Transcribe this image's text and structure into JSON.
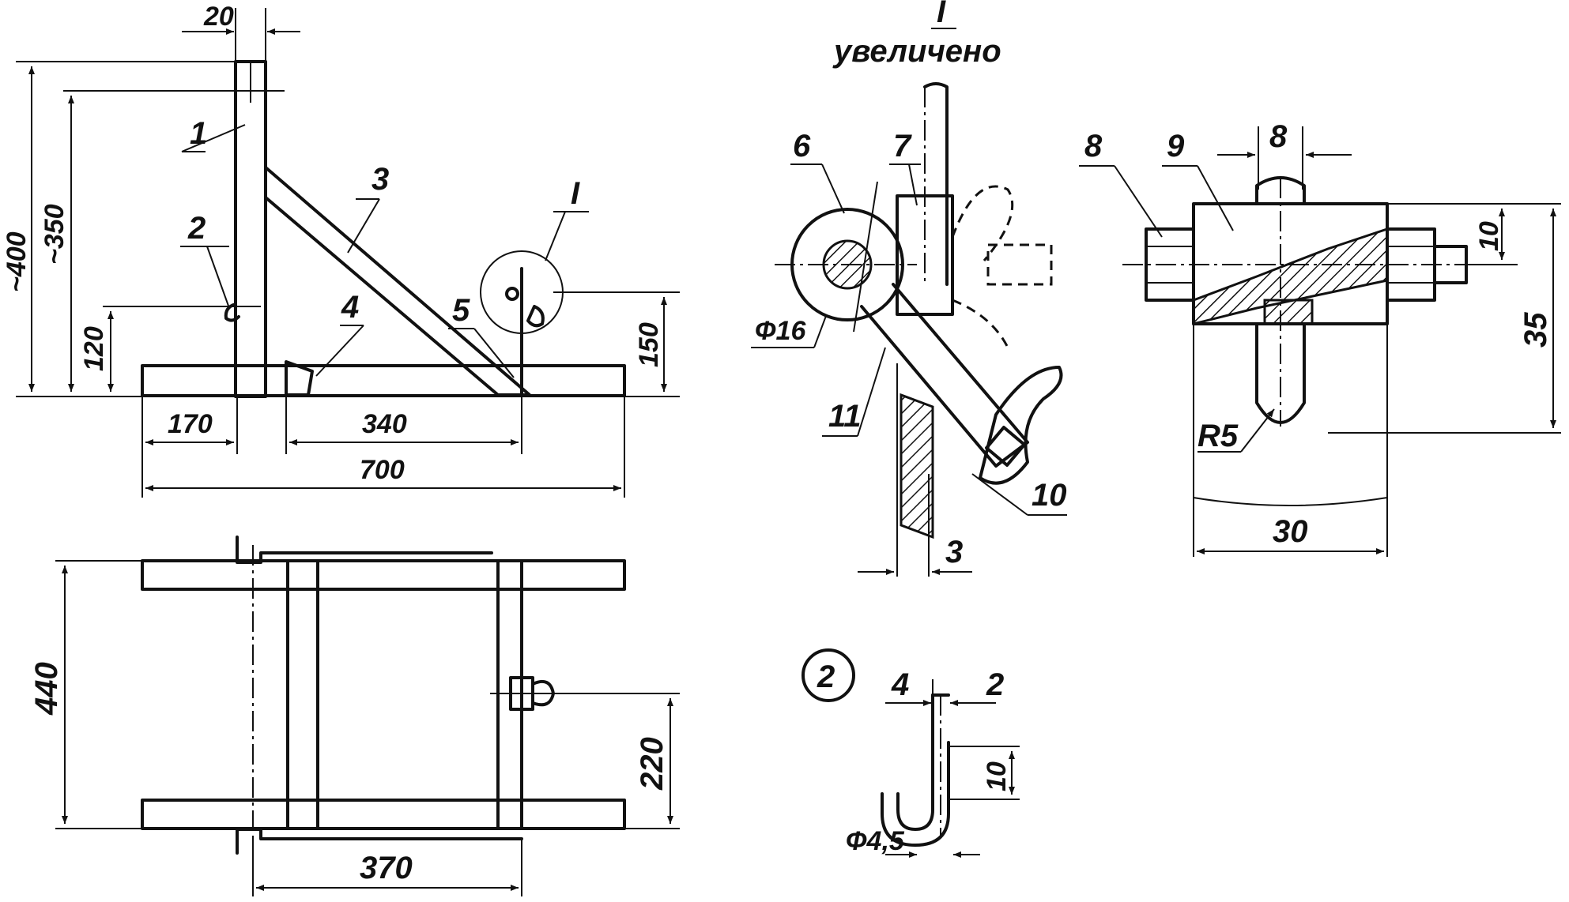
{
  "detail_title": {
    "roman": "I",
    "caption": "увеличено"
  },
  "side_view": {
    "dims": {
      "top_width": "20",
      "height_total": "~400",
      "height_upright": "~350",
      "height_hook": "120",
      "height_clamp": "150",
      "left_offset": "170",
      "brace_span": "340",
      "overall_length": "700"
    },
    "part_numbers": [
      "1",
      "2",
      "3",
      "4",
      "5"
    ],
    "detail_callout": "I"
  },
  "plan_view": {
    "dims": {
      "width": "440",
      "half_width": "220",
      "span": "370"
    }
  },
  "detail_I": {
    "part_numbers": [
      "6",
      "7",
      "11",
      "10"
    ],
    "dims": {
      "diameter": "Ф16",
      "thickness": "3"
    }
  },
  "detail_section": {
    "part_numbers": [
      "8",
      "9"
    ],
    "dims": {
      "slot_width": "8",
      "thickness": "10",
      "height": "35",
      "radius": "R5",
      "width": "30"
    }
  },
  "detail_2": {
    "label": "2",
    "dims": {
      "left": "4",
      "right": "2",
      "height": "10",
      "diameter": "Ф4,5"
    }
  }
}
